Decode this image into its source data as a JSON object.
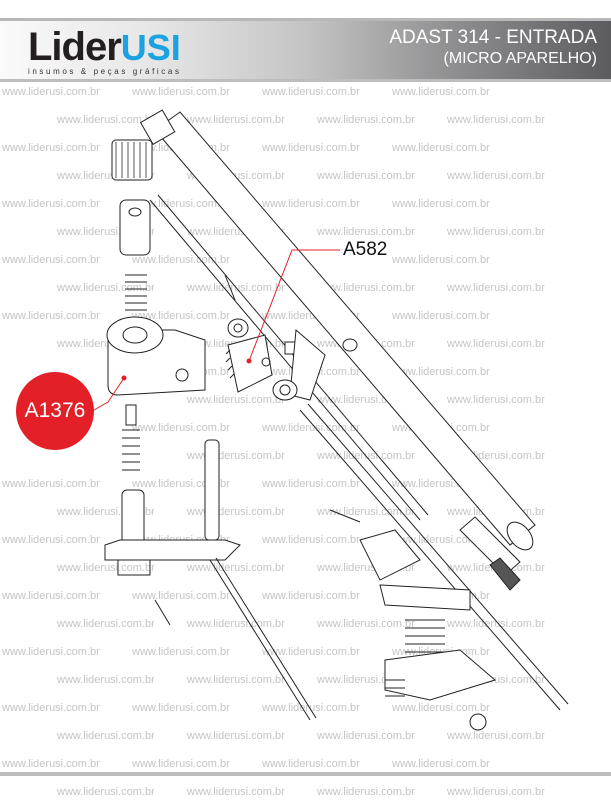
{
  "header": {
    "logo_main": "Lider",
    "logo_accent": "USI",
    "logo_tagline": "insumos & peças gráficas",
    "title": "ADAST 314 - ENTRADA",
    "subtitle": "(MICRO APARELHO)"
  },
  "watermark": "www.liderusi.com.br",
  "callouts": [
    {
      "part": "A1376",
      "style": "red-circle"
    },
    {
      "part": "A582",
      "style": "text"
    }
  ],
  "colors": {
    "accent_red": "#e32028",
    "brand_blue": "#1aa3e0",
    "leader_line": "#e32028"
  }
}
